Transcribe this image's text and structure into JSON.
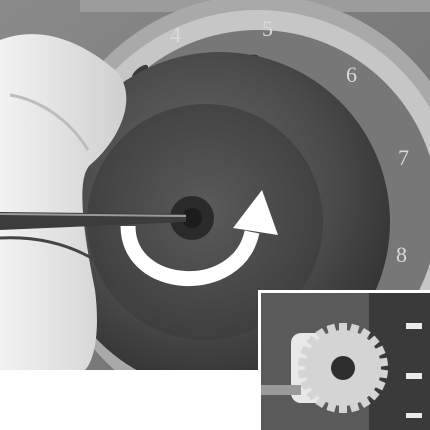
{
  "dial": {
    "numbers": [
      "4",
      "5",
      "6",
      "7",
      "8"
    ]
  },
  "icons": {
    "rotation": "clockwise-rotate-arrow-icon",
    "gear": "gear-wheel-icon"
  },
  "colors": {
    "arrow": "#ffffff",
    "knob_dark": "#3a3a3a",
    "dial_ring": "#9a9a9a",
    "glove": "#e6e6e6"
  }
}
